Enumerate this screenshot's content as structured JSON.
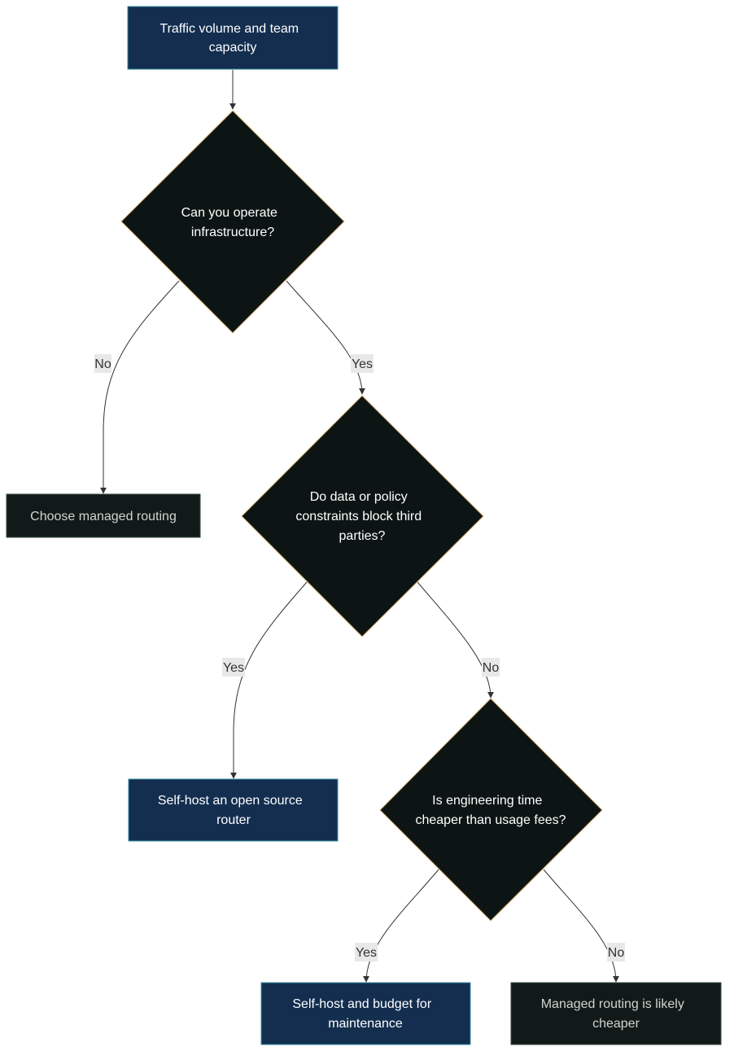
{
  "colors": {
    "blue_node_fill": "#132e4f",
    "blue_node_border": "#3a8ea3",
    "dark_node_fill": "#111a18",
    "dark_node_border": "#3a4a45",
    "decision_fill": "#0d1514",
    "decision_border": "#d8b47a",
    "edge": "#333333",
    "label_bg": "#e8e8e8"
  },
  "nodes": {
    "start": {
      "lines": [
        "Traffic volume and team",
        "capacity"
      ]
    },
    "q_operate": {
      "lines": [
        "Can you operate",
        "infrastructure?"
      ]
    },
    "managed": {
      "lines": [
        "Choose managed routing"
      ]
    },
    "q_constraints": {
      "lines": [
        "Do data or policy",
        "constraints block third",
        "parties?"
      ]
    },
    "selfhost_oss": {
      "lines": [
        "Self-host an open source",
        "router"
      ]
    },
    "q_cost": {
      "lines": [
        "Is engineering time",
        "cheaper than usage fees?"
      ]
    },
    "selfhost_budget": {
      "lines": [
        "Self-host and budget for",
        "maintenance"
      ]
    },
    "managed_cheaper": {
      "lines": [
        "Managed routing is likely",
        "cheaper"
      ]
    }
  },
  "edges": {
    "operate_no": "No",
    "operate_yes": "Yes",
    "constraints_yes": "Yes",
    "constraints_no": "No",
    "cost_yes": "Yes",
    "cost_no": "No"
  }
}
